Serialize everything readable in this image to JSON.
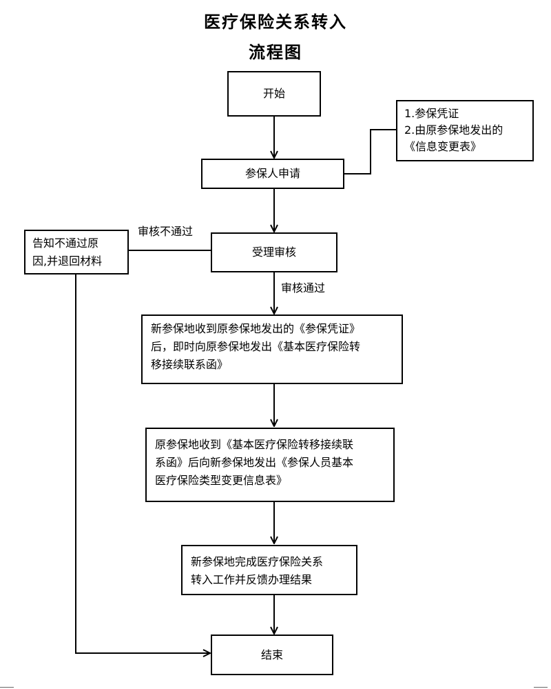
{
  "title": {
    "line1": "医疗保险关系转入",
    "line2": "流程图"
  },
  "nodes": {
    "start": "开始",
    "materials": [
      "1.参保凭证",
      "2.由原参保地发出的",
      "《信息变更表》"
    ],
    "apply": "参保人申请",
    "review": "受理审核",
    "reject": [
      "告知不通过原",
      "因,并退回材料"
    ],
    "step1": [
      "新参保地收到原参保地发出的《参保凭证》",
      "后，即时向原参保地发出《基本医疗保险转",
      "移接续联系函》"
    ],
    "step2": [
      "原参保地收到《基本医疗保险转移接续联",
      "系函》后向新参保地发出《参保人员基本",
      "医疗保险类型变更信息表》"
    ],
    "step3": [
      "新参保地完成医疗保险关系",
      "转入工作并反馈办理结果"
    ],
    "end": "结束"
  },
  "labels": {
    "fail": "审核不通过",
    "pass": "审核通过"
  }
}
